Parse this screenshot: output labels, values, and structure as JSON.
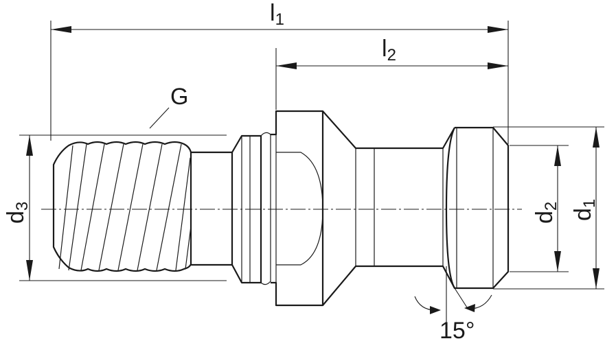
{
  "labels": {
    "l1": {
      "main": "l",
      "sub": "1"
    },
    "l2": {
      "main": "l",
      "sub": "2"
    },
    "g": "G",
    "d1": {
      "main": "d",
      "sub": "1"
    },
    "d2": {
      "main": "d",
      "sub": "2"
    },
    "d3": {
      "main": "d",
      "sub": "3"
    },
    "angle": "15°"
  }
}
